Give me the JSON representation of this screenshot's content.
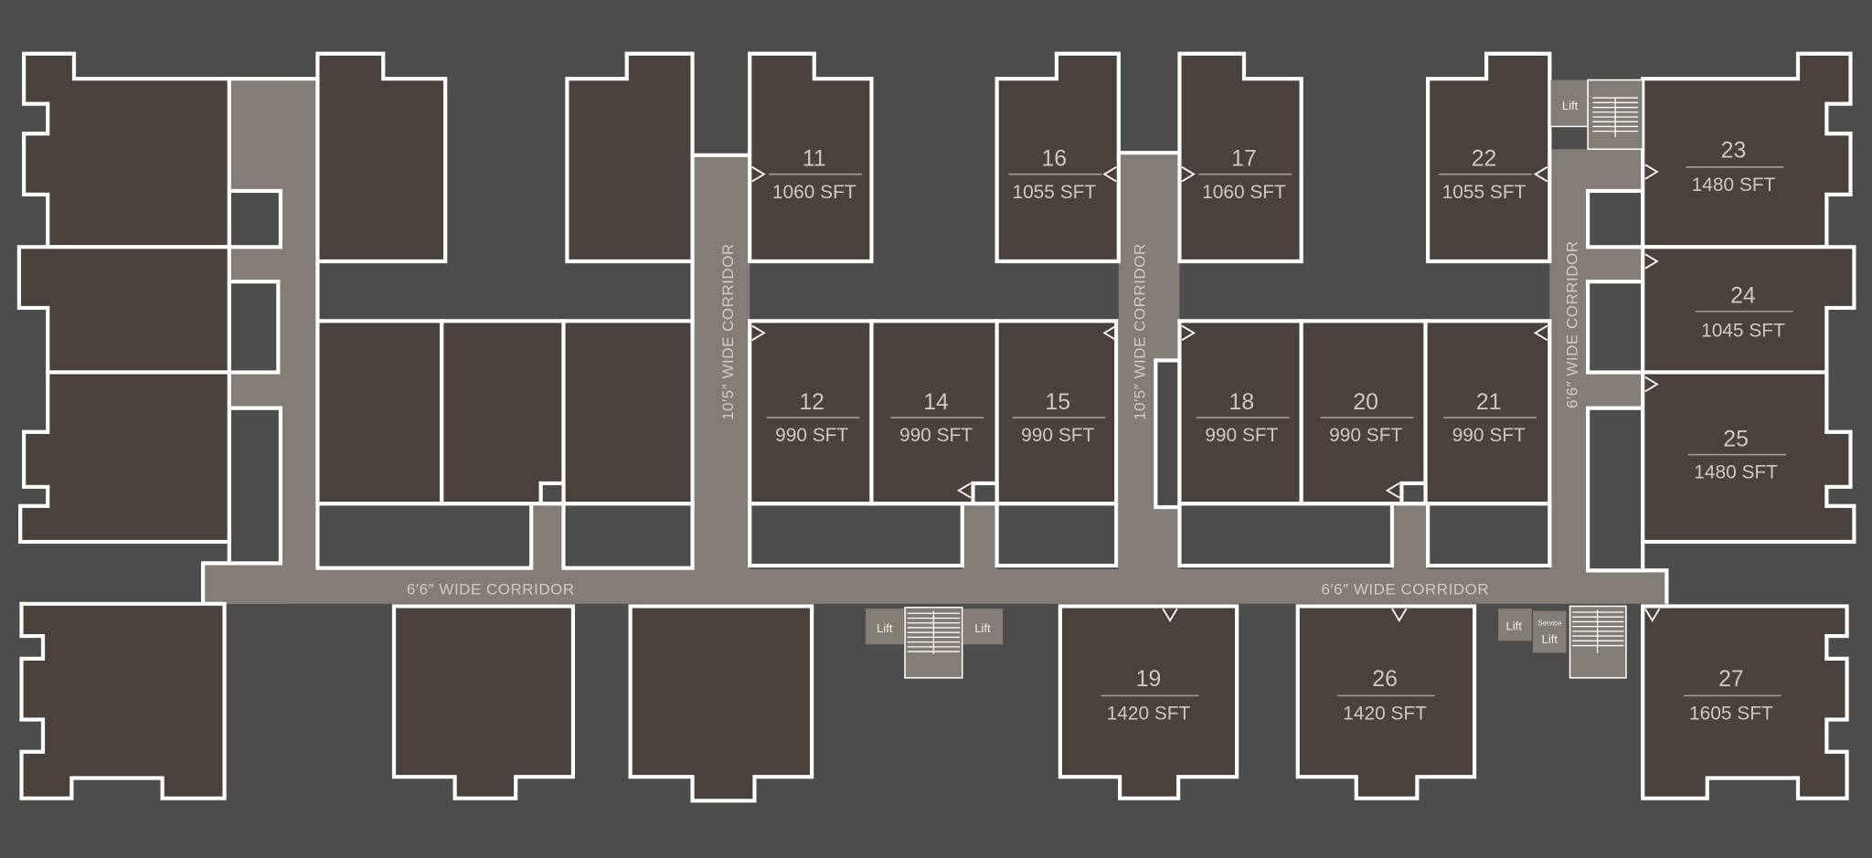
{
  "colors": {
    "background": "#4c4c4c",
    "unit_fill": "#4a403c",
    "corridor": "#847d76",
    "wall": "#ffffff"
  },
  "corridors": {
    "bottom_left": "6′6″ WIDE CORRIDOR",
    "bottom_right": "6′6″ WIDE CORRIDOR",
    "vertical_1": "10′5″ WIDE CORRIDOR",
    "vertical_2": "10′5″ WIDE CORRIDOR",
    "vertical_right": "6′6″ WIDE CORRIDOR"
  },
  "lifts": {
    "lift": "Lift",
    "service": "Service",
    "service_lift": "Lift"
  },
  "units": {
    "u11": {
      "number": "11",
      "area": "1060 SFT"
    },
    "u12": {
      "number": "12",
      "area": "990 SFT"
    },
    "u14": {
      "number": "14",
      "area": "990 SFT"
    },
    "u15": {
      "number": "15",
      "area": "990 SFT"
    },
    "u16": {
      "number": "16",
      "area": "1055 SFT"
    },
    "u17": {
      "number": "17",
      "area": "1060 SFT"
    },
    "u18": {
      "number": "18",
      "area": "990 SFT"
    },
    "u19": {
      "number": "19",
      "area": "1420 SFT"
    },
    "u20": {
      "number": "20",
      "area": "990 SFT"
    },
    "u21": {
      "number": "21",
      "area": "990 SFT"
    },
    "u22": {
      "number": "22",
      "area": "1055 SFT"
    },
    "u23": {
      "number": "23",
      "area": "1480 SFT"
    },
    "u24": {
      "number": "24",
      "area": "1045 SFT"
    },
    "u25": {
      "number": "25",
      "area": "1480 SFT"
    },
    "u26": {
      "number": "26",
      "area": "1420 SFT"
    },
    "u27": {
      "number": "27",
      "area": "1605 SFT"
    }
  }
}
